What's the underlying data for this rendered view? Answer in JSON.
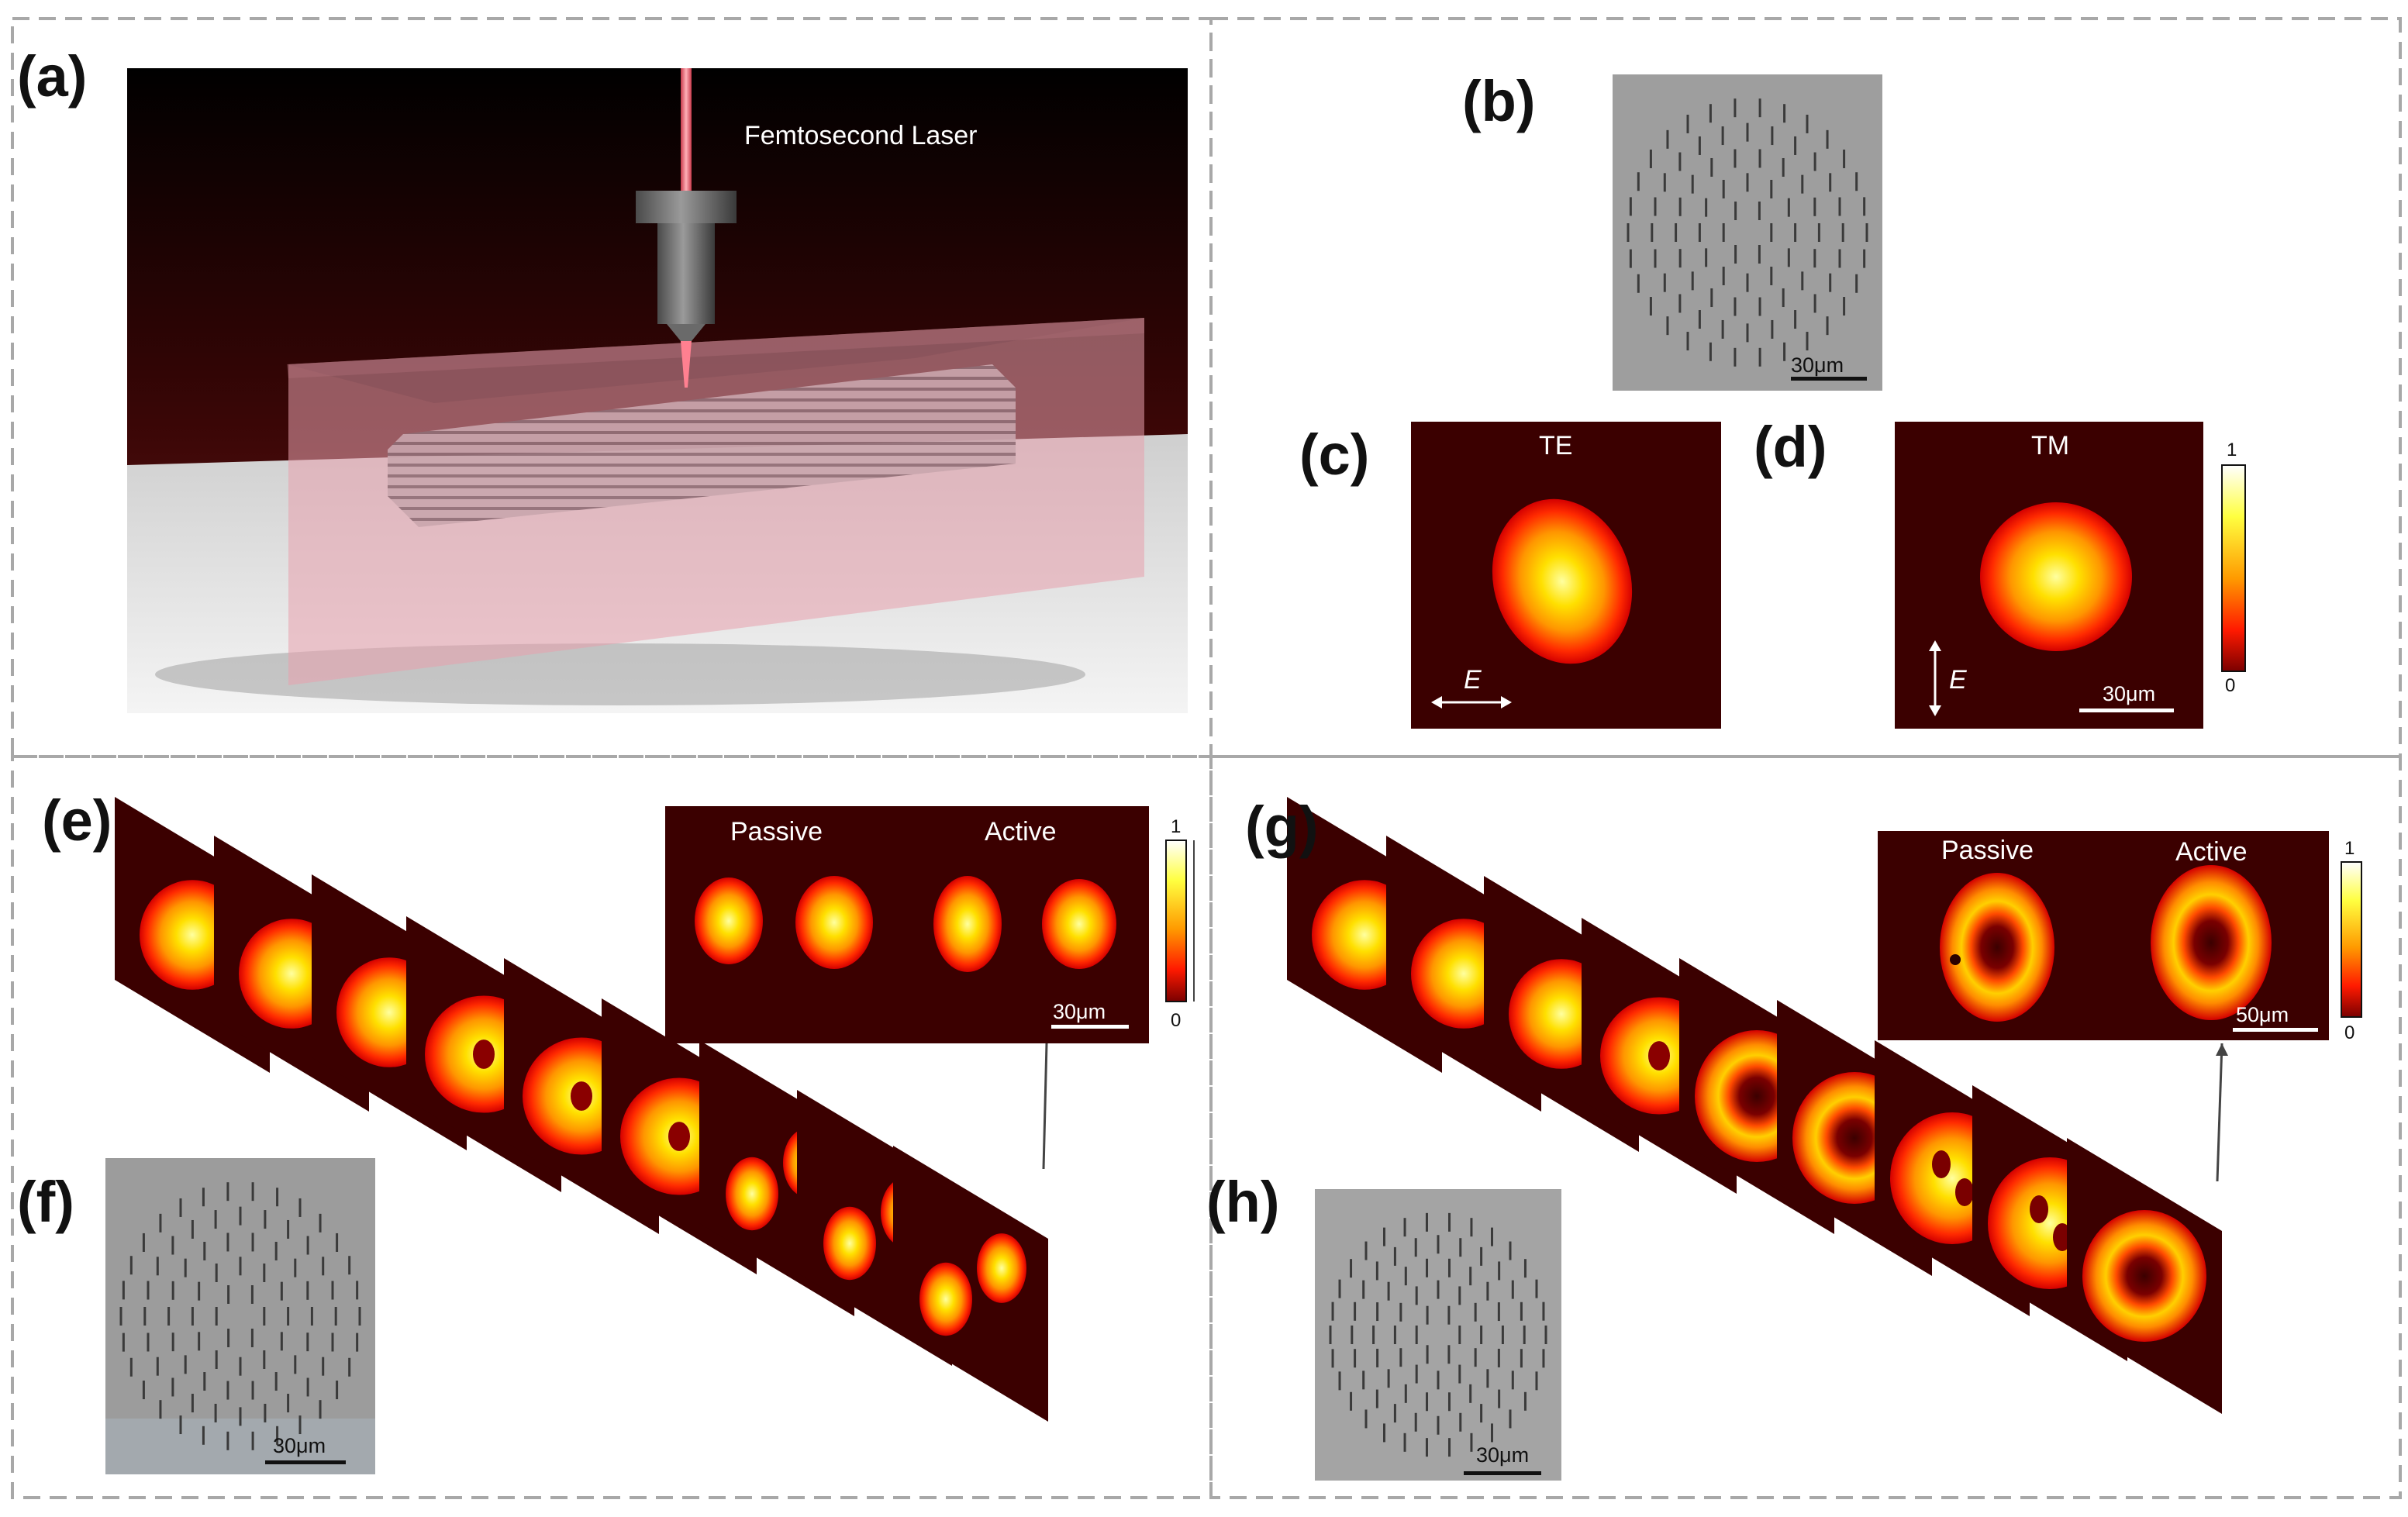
{
  "panel_labels": {
    "a": "(a)",
    "b": "(b)",
    "c": "(c)",
    "d": "(d)",
    "e": "(e)",
    "f": "(f)",
    "g": "(g)",
    "h": "(h)"
  },
  "texts": {
    "laser": "Femtosecond Laser",
    "te": "TE",
    "tm": "TM",
    "e_field": "E",
    "passive": "Passive",
    "active": "Active"
  },
  "scale_bars": {
    "b": "30μm",
    "d": "30μm",
    "e_inset": "30μm",
    "f": "30μm",
    "g_inset": "50μm",
    "h": "30μm"
  },
  "colorbar": {
    "max": "1",
    "min": "0"
  },
  "colors": {
    "map_background": "#3b0000",
    "hot_core": "#ffff88",
    "hot_mid": "#ffb000",
    "hot_edge": "#ff1a00",
    "frame_dash": "#a8a8a8",
    "micrograph": "#9e9e9e"
  }
}
